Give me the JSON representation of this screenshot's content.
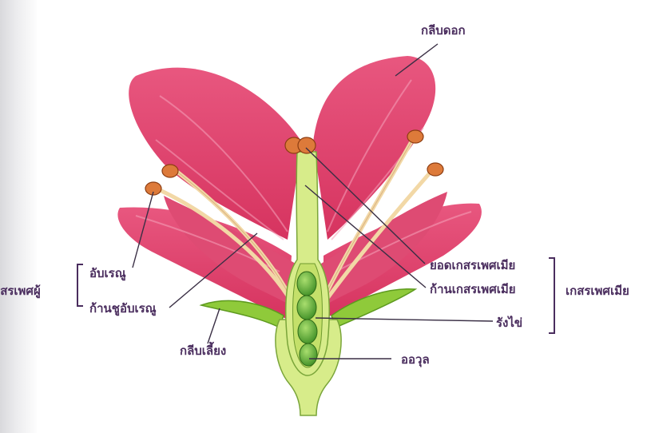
{
  "labels": {
    "petal": "กลีบดอก",
    "anther": "อับเรณู",
    "filament": "ก้านชูอับเรณู",
    "stamen_group": "เกสรเพศผู้",
    "stigma": "ยอดเกสรเพศเมีย",
    "style": "ก้านเกสรเพศเมีย",
    "ovary": "รังไข่",
    "pistil_group": "เกสรเพศเมีย",
    "sepal": "กลีบเลี้ยง",
    "ovule": "ออวุล"
  },
  "colors": {
    "petal": "#e0446e",
    "petal_light": "#f6a3bb",
    "sepal": "#8fca3a",
    "receptacle": "#d7ec8a",
    "ovule": "#5aa832",
    "anther": "#dd7a3a",
    "label_text": "#4a2d5e",
    "leader_line": "#3a2f45"
  }
}
